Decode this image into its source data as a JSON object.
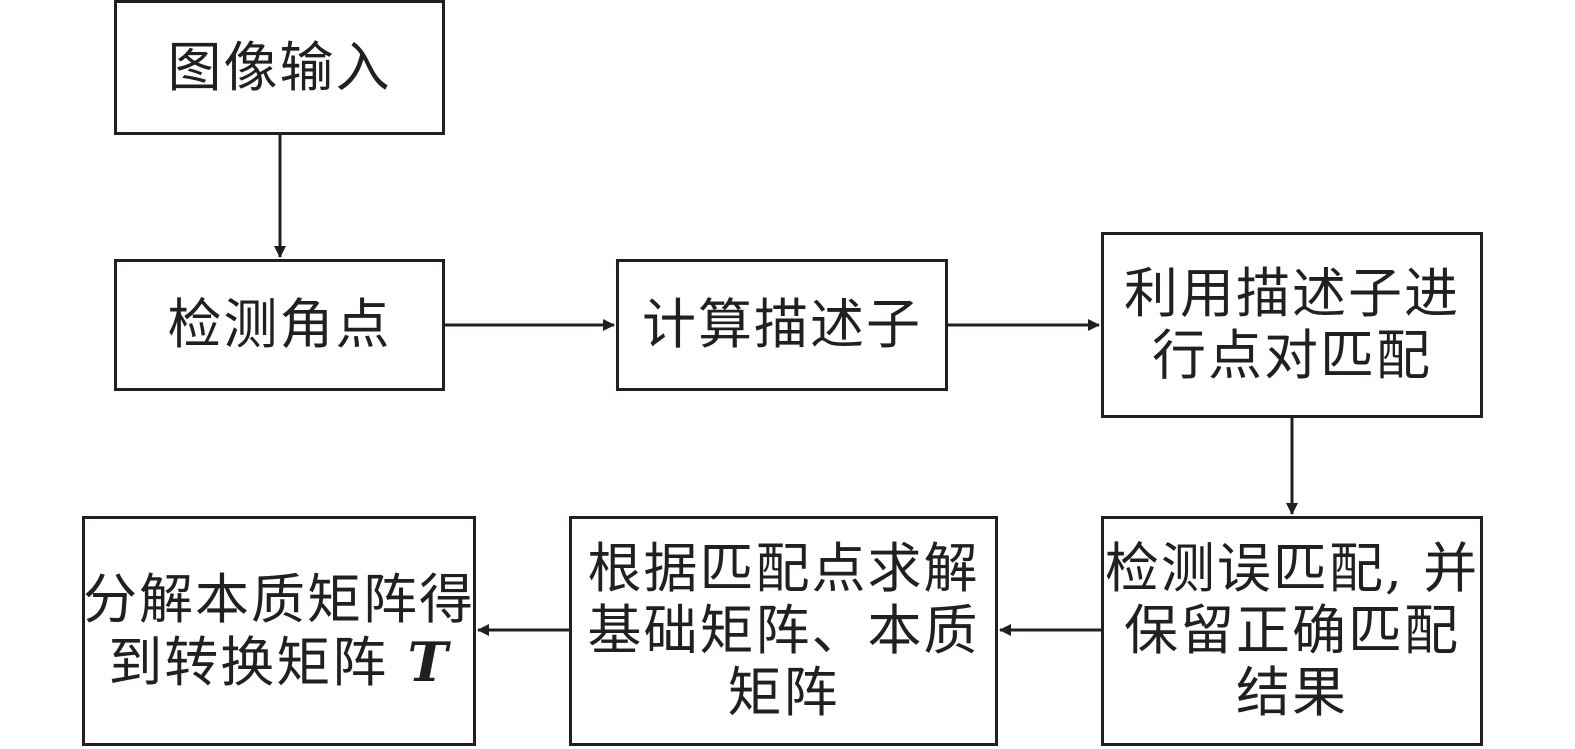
{
  "diagram": {
    "boxes": {
      "image_input": {
        "lines": [
          "图像输入"
        ]
      },
      "detect_corners": {
        "lines": [
          "检测角点"
        ]
      },
      "compute_descriptors": {
        "lines": [
          "计算描述子"
        ]
      },
      "match_points": {
        "lines": [
          "利用描述子进",
          "行点对匹配"
        ]
      },
      "detect_mismatch": {
        "lines": [
          "检测误匹配, 并",
          "保留正确匹配",
          "结果"
        ]
      },
      "solve_matrices": {
        "lines": [
          "根据匹配点求解",
          "基础矩阵、本质",
          "矩阵"
        ]
      },
      "decompose": {
        "line1": "分解本质矩阵得",
        "line2_text": "到转换矩阵 ",
        "line2_symbol": "T"
      }
    },
    "edges": [
      {
        "from": "image_input",
        "to": "detect_corners"
      },
      {
        "from": "detect_corners",
        "to": "compute_descriptors"
      },
      {
        "from": "compute_descriptors",
        "to": "match_points"
      },
      {
        "from": "match_points",
        "to": "detect_mismatch"
      },
      {
        "from": "detect_mismatch",
        "to": "solve_matrices"
      },
      {
        "from": "solve_matrices",
        "to": "decompose"
      }
    ],
    "stroke_color": "#231f20"
  }
}
